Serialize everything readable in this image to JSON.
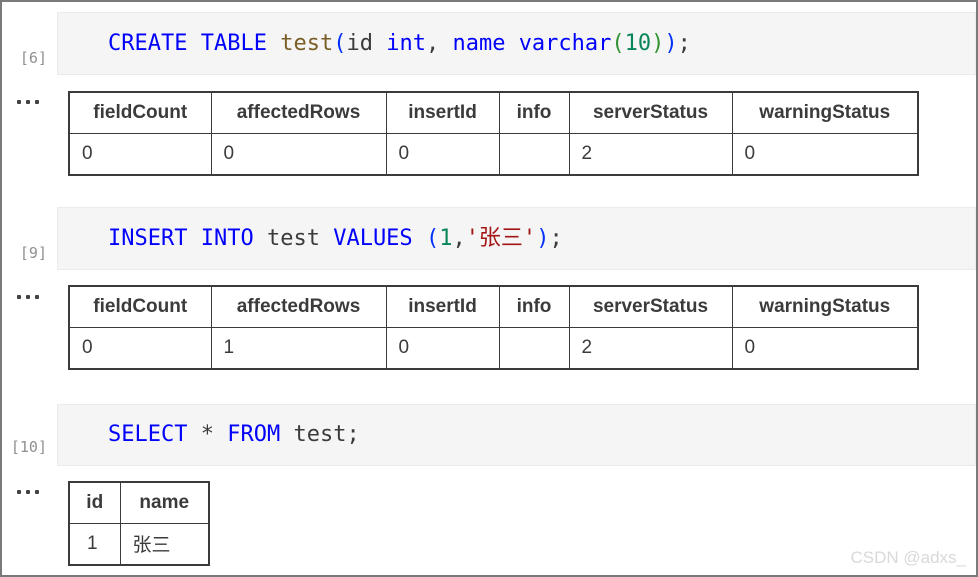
{
  "watermark": "CSDN @adxs_",
  "syntax_colors": {
    "keyword": "#0101fb",
    "function": "#795e26",
    "number": "#098658",
    "string": "#a31515",
    "bracket_outer": "#0431fa",
    "bracket_inner": "#319331",
    "plain": "#3b3b3b"
  },
  "cells": [
    {
      "execution_label": "[6]",
      "code_text": "CREATE TABLE test(id int, name varchar(10));",
      "tokens": [
        {
          "t": "CREATE",
          "c": "kw"
        },
        {
          "t": " ",
          "c": "fg"
        },
        {
          "t": "TABLE",
          "c": "kw"
        },
        {
          "t": " ",
          "c": "fg"
        },
        {
          "t": "test",
          "c": "fn"
        },
        {
          "t": "(",
          "c": "b1"
        },
        {
          "t": "id",
          "c": "fg"
        },
        {
          "t": " ",
          "c": "fg"
        },
        {
          "t": "int",
          "c": "kw"
        },
        {
          "t": ", ",
          "c": "fg"
        },
        {
          "t": "name",
          "c": "kw"
        },
        {
          "t": " ",
          "c": "fg"
        },
        {
          "t": "varchar",
          "c": "kw"
        },
        {
          "t": "(",
          "c": "b2"
        },
        {
          "t": "10",
          "c": "num"
        },
        {
          "t": ")",
          "c": "b2"
        },
        {
          "t": ")",
          "c": "b1"
        },
        {
          "t": ";",
          "c": "fg"
        }
      ],
      "output_toggle_icon": "ellipsis-icon",
      "output_table": {
        "headers": [
          "fieldCount",
          "affectedRows",
          "insertId",
          "info",
          "serverStatus",
          "warningStatus"
        ],
        "rows": [
          [
            "0",
            "0",
            "0",
            "",
            "2",
            "0"
          ]
        ]
      }
    },
    {
      "execution_label": "[9]",
      "code_text": "INSERT INTO test VALUES (1,'张三');",
      "tokens": [
        {
          "t": "INSERT",
          "c": "kw"
        },
        {
          "t": " ",
          "c": "fg"
        },
        {
          "t": "INTO",
          "c": "kw"
        },
        {
          "t": " ",
          "c": "fg"
        },
        {
          "t": "test",
          "c": "fg"
        },
        {
          "t": " ",
          "c": "fg"
        },
        {
          "t": "VALUES",
          "c": "kw"
        },
        {
          "t": " ",
          "c": "fg"
        },
        {
          "t": "(",
          "c": "b1"
        },
        {
          "t": "1",
          "c": "num"
        },
        {
          "t": ",",
          "c": "fg"
        },
        {
          "t": "'张三'",
          "c": "str"
        },
        {
          "t": ")",
          "c": "b1"
        },
        {
          "t": ";",
          "c": "fg"
        }
      ],
      "output_toggle_icon": "ellipsis-icon",
      "output_table": {
        "headers": [
          "fieldCount",
          "affectedRows",
          "insertId",
          "info",
          "serverStatus",
          "warningStatus"
        ],
        "rows": [
          [
            "0",
            "1",
            "0",
            "",
            "2",
            "0"
          ]
        ]
      }
    },
    {
      "execution_label": "[10]",
      "code_text": "SELECT * FROM test;",
      "tokens": [
        {
          "t": "SELECT",
          "c": "kw"
        },
        {
          "t": " ",
          "c": "fg"
        },
        {
          "t": "*",
          "c": "fg"
        },
        {
          "t": " ",
          "c": "fg"
        },
        {
          "t": "FROM",
          "c": "kw"
        },
        {
          "t": " ",
          "c": "fg"
        },
        {
          "t": "test",
          "c": "fg"
        },
        {
          "t": ";",
          "c": "fg"
        }
      ],
      "output_toggle_icon": "ellipsis-icon",
      "output_table": {
        "headers": [
          "id",
          "name"
        ],
        "rows": [
          [
            "1",
            "张三"
          ]
        ]
      }
    }
  ]
}
